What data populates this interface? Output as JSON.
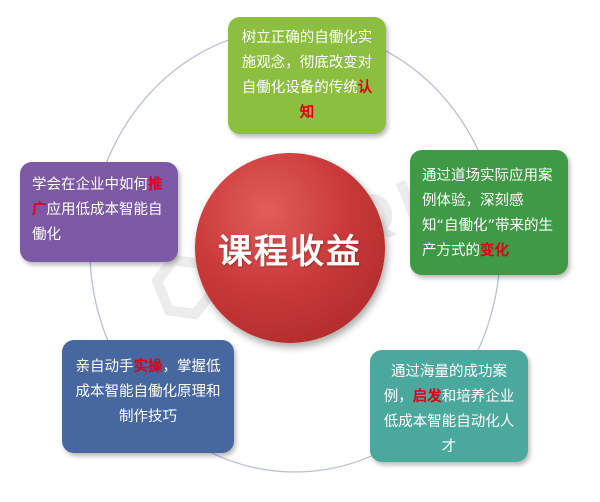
{
  "center": {
    "title": "课程收益"
  },
  "watermark": {
    "brand": "SUNQIT"
  },
  "benefits": [
    {
      "id": "top",
      "parts": [
        {
          "text": "树立正确的自働化实施观念，彻底改变对自働化设备的传统",
          "highlight": false
        },
        {
          "text": "认知",
          "highlight": true
        }
      ]
    },
    {
      "id": "right",
      "parts": [
        {
          "text": "通过道场实际应用案例体验，深刻感知“自働化”带来的生产方式的",
          "highlight": false
        },
        {
          "text": "变化",
          "highlight": true
        }
      ]
    },
    {
      "id": "bottom-right",
      "parts": [
        {
          "text": "通过海量的成功案例，",
          "highlight": false
        },
        {
          "text": "启发",
          "highlight": true
        },
        {
          "text": "和培养企业低成本智能自动化人才",
          "highlight": false
        }
      ]
    },
    {
      "id": "bottom-left",
      "parts": [
        {
          "text": "亲自动手",
          "highlight": false
        },
        {
          "text": "实操",
          "highlight": true
        },
        {
          "text": "，掌握低成本智能自働化原理和制作技巧",
          "highlight": false
        }
      ]
    },
    {
      "id": "left",
      "parts": [
        {
          "text": "学会在企业中如何",
          "highlight": false
        },
        {
          "text": "推广",
          "highlight": true
        },
        {
          "text": "应用低成本智能自働化",
          "highlight": false
        }
      ]
    }
  ],
  "colors": {
    "center": "#c93a3a",
    "top": "#8cbf3f",
    "right": "#3f9a45",
    "bottom_right": "#4aa89c",
    "bottom_left": "#46679f",
    "left": "#7d58a4",
    "highlight": "#e0001a",
    "ring": "#b9bfd6"
  }
}
